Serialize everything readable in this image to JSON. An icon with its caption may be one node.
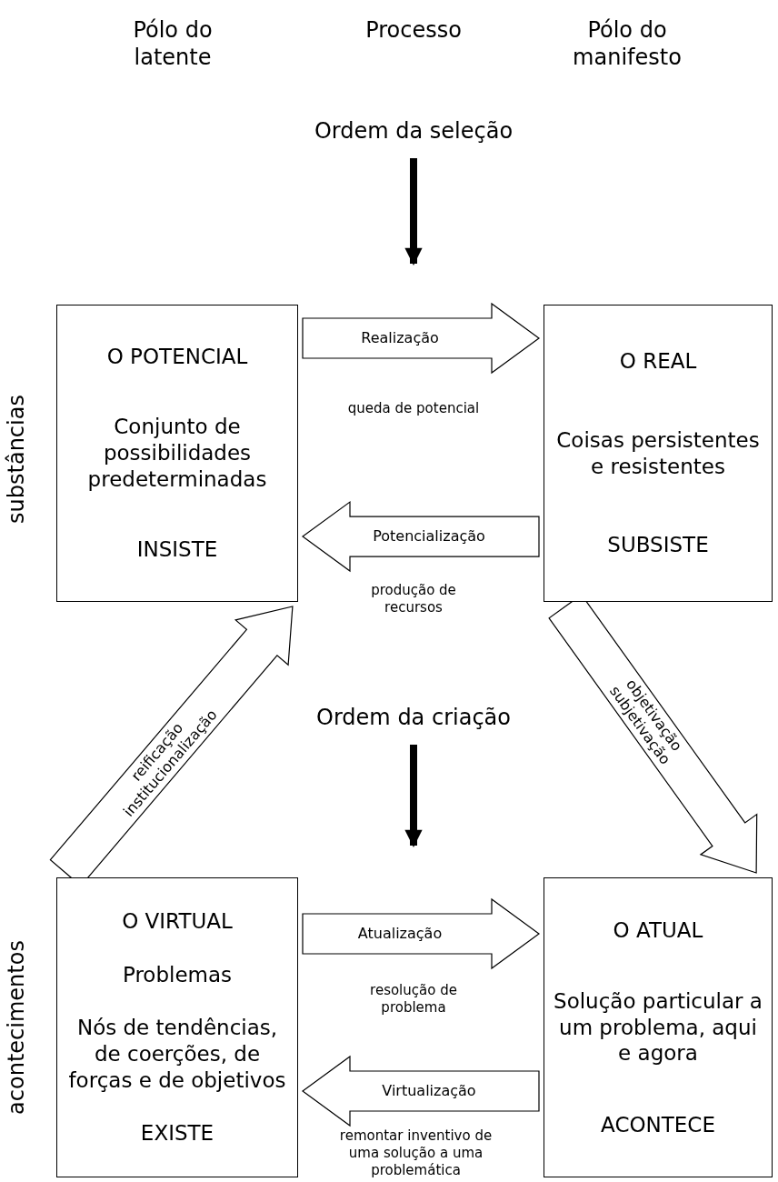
{
  "diagram": {
    "nodes": [
      {
        "text": [
          "O POTENCIAL",
          "Conjunto de possibilidades predeterminadas",
          "INSISTE"
        ]
      },
      {
        "text": [
          "O REAL",
          "Coisas persistentes e resistentes",
          "SUBSISTE"
        ]
      },
      {
        "text": [
          "O VIRTUAL",
          "Problemas",
          "Nós de tendências, de coerções, de forças e de objetivos",
          "EXISTE"
        ]
      },
      {
        "text": [
          "O ATUAL",
          "Solução particular a um problema, aqui e agora",
          "ACONTECE"
        ]
      },
      {
        "text": [
          "Ordem da seleção"
        ]
      },
      {
        "text": [
          "Ordem da criação"
        ]
      }
    ],
    "edges": [
      {
        "from": 4,
        "to": null,
        "arrow": "to"
      },
      {
        "from": 0,
        "to": 1,
        "arrow": "to",
        "label": "Realização"
      },
      {
        "from": 1,
        "to": 0,
        "arrow": "to",
        "label": "Potencialização"
      },
      {
        "from": 2,
        "to": 0,
        "arrow": "to",
        "label": "reificação institucionalização"
      },
      {
        "from": 1,
        "to": 3,
        "arrow": "to",
        "label": "objetivação subjetivação"
      },
      {
        "from": 5,
        "to": null,
        "arrow": "to"
      },
      {
        "from": 2,
        "to": 3,
        "arrow": "to",
        "label": "Atualização"
      },
      {
        "from": 3,
        "to": 2,
        "arrow": "to",
        "label": "Virtualização"
      }
    ],
    "labels": [
      "Pólo do latente",
      "Processo",
      "Pólo do manifesto",
      "substâncias",
      "queda de potencial",
      "produção de recursos",
      "acontecimentos",
      "resolução de problema",
      "remontar inventivo de uma solução a uma problemática"
    ]
  }
}
